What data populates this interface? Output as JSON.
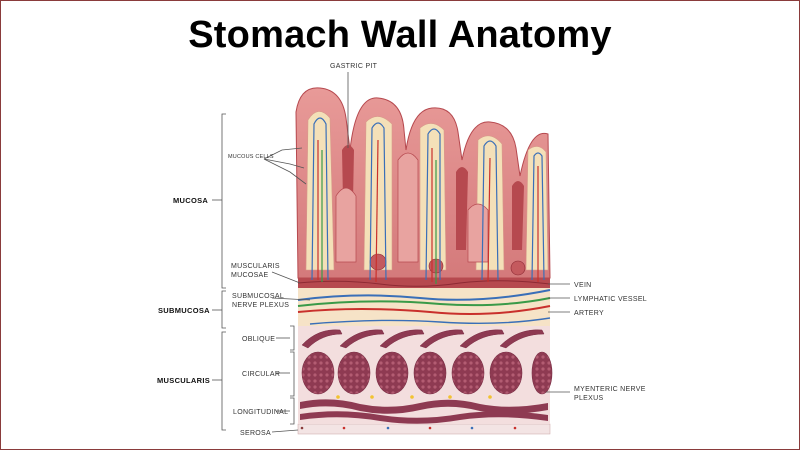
{
  "title": "Stomach Wall Anatomy",
  "layers": {
    "mucosa": "MUCOSA",
    "submucosa": "SUBMUCOSA",
    "muscularis": "MUSCULARIS"
  },
  "labels": {
    "gastric_pit": "GASTRIC PIT",
    "mucous_cells": "MUCOUS CELLS",
    "muscularis_mucosae_1": "MUSCULARIS",
    "muscularis_mucosae_2": "MUCOSAE",
    "submucosal_plexus_1": "SUBMUCOSAL",
    "submucosal_plexus_2": "NERVE PLEXUS",
    "oblique": "OBLIQUE",
    "circular": "CIRCULAR",
    "longitudinal": "LONGITUDINAL",
    "serosa": "SEROSA",
    "vein": "VEIN",
    "lymphatic_vessel": "LYMPHATIC VESSEL",
    "artery": "ARTERY",
    "myenteric_plexus_1": "MYENTERIC NERVE",
    "myenteric_plexus_2": "PLEXUS"
  },
  "colors": {
    "tissue": "#d97b7e",
    "tissue_dark": "#b6494f",
    "lamina": "#f4e0b8",
    "muscle": "#8e3a52",
    "vein": "#3a6fb8",
    "artery": "#c9302c",
    "lymph": "#3a9a48",
    "frame": "#8a3b3b"
  }
}
